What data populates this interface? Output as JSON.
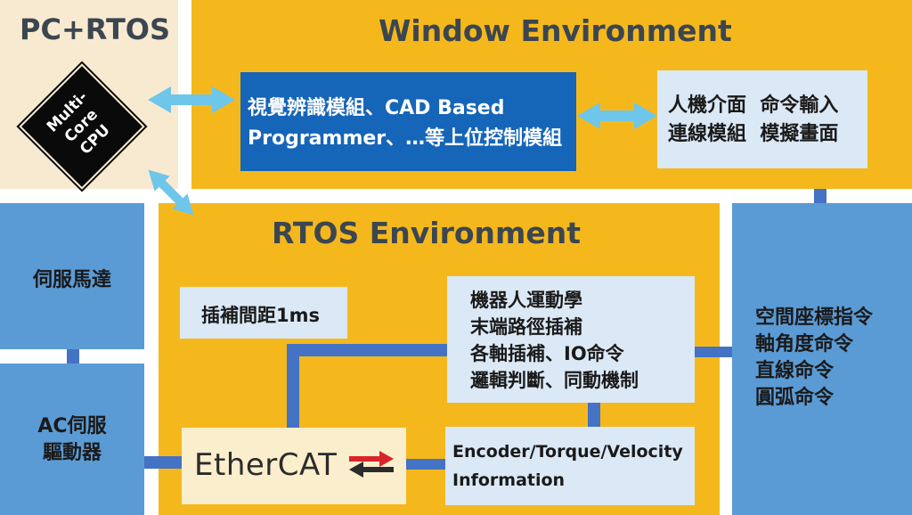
{
  "pc_rtos": {
    "title": "PC+RTOS",
    "cpu_label": "Multi-\nCore\nCPU"
  },
  "window_env": {
    "title": "Window Environment",
    "upper_module": "視覺辨識模組、CAD Based\nProgrammer、…等上位控制模組",
    "hmi_box": "人機介面  命令輸入\n連線模組  模擬畫面"
  },
  "rtos_env": {
    "title": "RTOS Environment",
    "interp_box": "插補間距1ms",
    "kinematics_box": "機器人運動學\n末端路徑插補\n各軸插補、IO命令\n邏輯判斷、同動機制",
    "encoder_box": "Encoder/Torque/Velocity\nInformation",
    "ethercat_logo": "EtherCAT"
  },
  "left_side": {
    "servo_motor": "伺服馬達",
    "ac_drive": "AC伺服\n驅動器"
  },
  "right_side": {
    "commands": "空間座標指令\n軸角度命令\n直線命令\n圓弧命令"
  },
  "colors": {
    "yellow": "#f5b81c",
    "blue": "#5b9bd5",
    "cream": "#f8ead0",
    "dark_blue": "#1565b8",
    "arrow": "#6ec6ea",
    "connector": "#4472c4"
  }
}
